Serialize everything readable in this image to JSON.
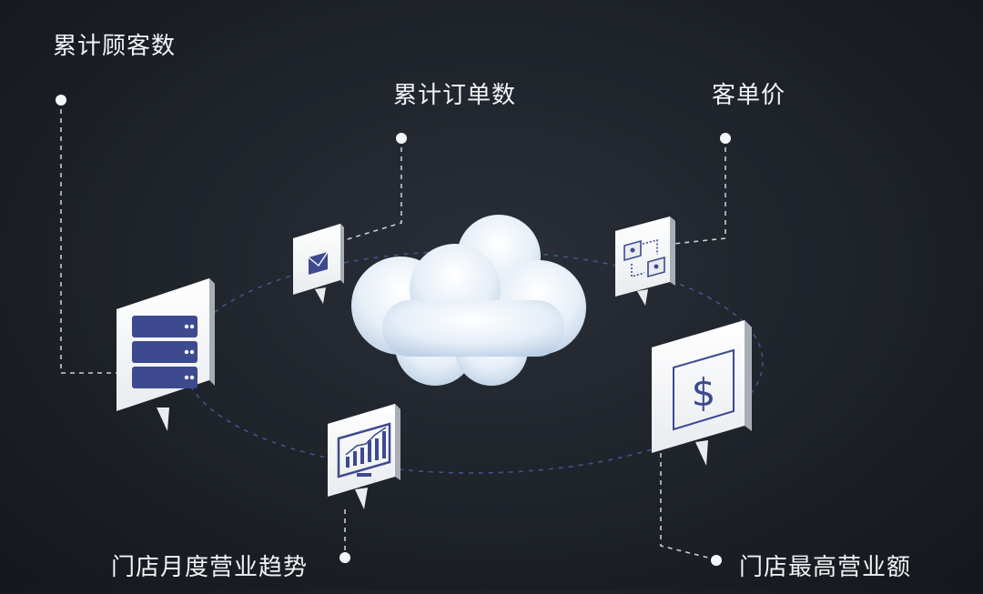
{
  "labels": {
    "cumulative_customers": "累计顾客数",
    "cumulative_orders": "累计订单数",
    "avg_order_value": "客单价",
    "monthly_trend": "门店月度营业趋势",
    "highest_revenue": "门店最高营业额"
  },
  "icons": {
    "server": "server-icon",
    "mail": "mail-icon",
    "network": "network-icon",
    "chart": "bar-chart-icon",
    "dollar": "dollar-icon",
    "cloud": "cloud-icon"
  },
  "colors": {
    "accent": "#3d4a8f",
    "line": "#c9ccd2",
    "orbit": "#4a5a9a",
    "text": "#f2f3f5"
  },
  "dollar_symbol": "$"
}
